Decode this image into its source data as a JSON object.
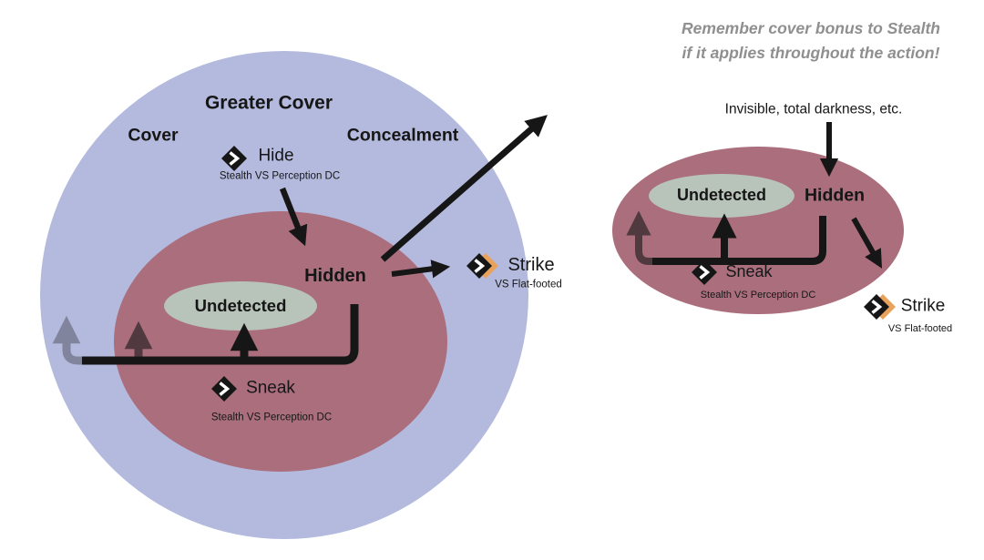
{
  "colors": {
    "outer_circle": "#b4badd",
    "inner_ellipse": "#aa6e7d",
    "undetected_ellipse": "#b8c3ba",
    "ink": "#161616",
    "strike_accent": "#e9a25c",
    "note_text": "#8f8f8f"
  },
  "note": {
    "line1": "Remember cover bonus to Stealth",
    "line2": "if it applies throughout the action!"
  },
  "left_diagram": {
    "greater_cover_label": "Greater Cover",
    "cover_label": "Cover",
    "concealment_label": "Concealment",
    "hide_action": {
      "label": "Hide",
      "subtitle": "Stealth VS Perception DC"
    },
    "hidden_label": "Hidden",
    "undetected_label": "Undetected",
    "sneak_action": {
      "label": "Sneak",
      "subtitle": "Stealth VS Perception DC"
    },
    "strike_action": {
      "label": "Strike",
      "subtitle": "VS Flat-footed"
    }
  },
  "right_diagram": {
    "condition_label": "Invisible, total darkness, etc.",
    "hidden_label": "Hidden",
    "undetected_label": "Undetected",
    "sneak_action": {
      "label": "Sneak",
      "subtitle": "Stealth VS Perception DC"
    },
    "strike_action": {
      "label": "Strike",
      "subtitle": "VS Flat-footed"
    }
  }
}
